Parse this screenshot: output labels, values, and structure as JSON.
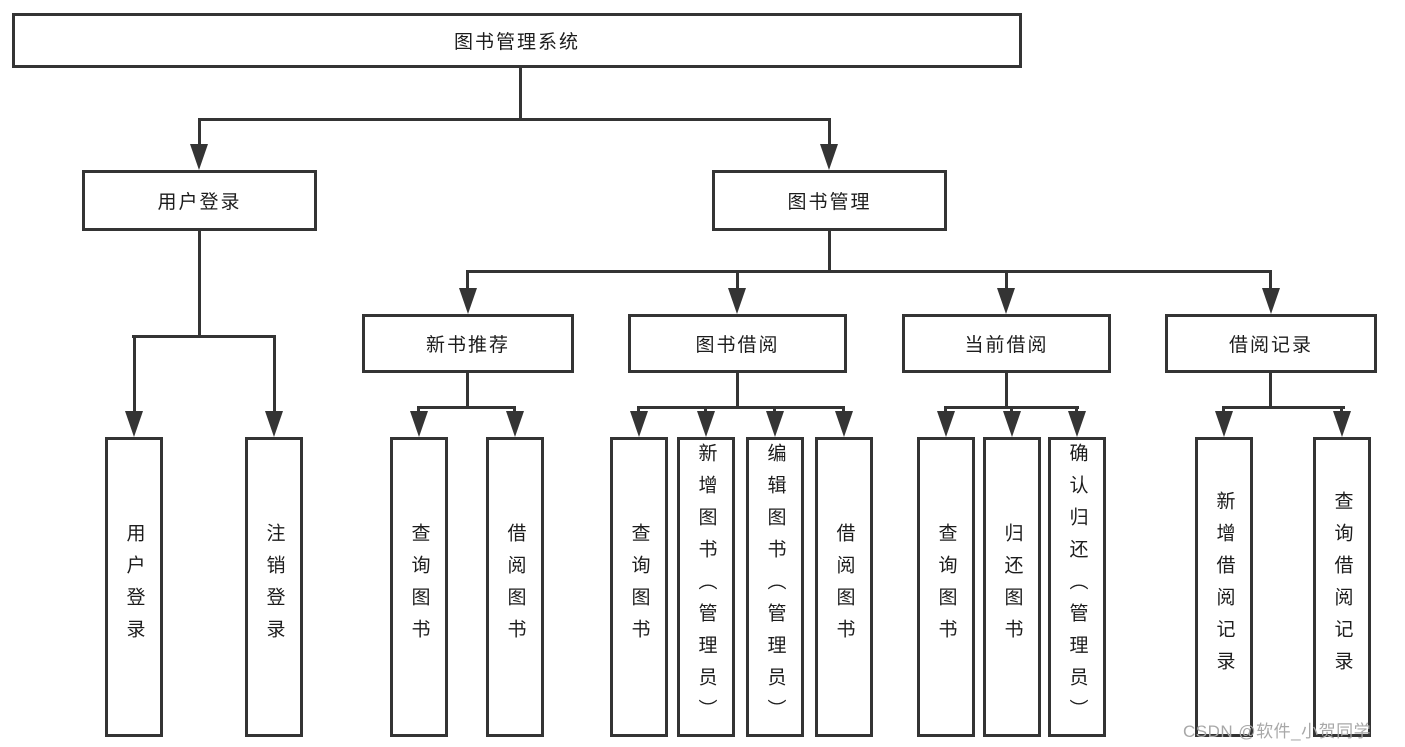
{
  "diagram": {
    "type": "hierarchy-flowchart",
    "tree": {
      "label": "图书管理系统",
      "children": [
        {
          "label": "用户登录",
          "children": [
            {
              "label": "用户登录"
            },
            {
              "label": "注销登录"
            }
          ]
        },
        {
          "label": "图书管理",
          "children": [
            {
              "label": "新书推荐",
              "children": [
                {
                  "label": "查询图书"
                },
                {
                  "label": "借阅图书"
                }
              ]
            },
            {
              "label": "图书借阅",
              "children": [
                {
                  "label": "查询图书"
                },
                {
                  "label": "新增图书（管理员）"
                },
                {
                  "label": "编辑图书（管理员）"
                },
                {
                  "label": "借阅图书"
                }
              ]
            },
            {
              "label": "当前借阅",
              "children": [
                {
                  "label": "查询图书"
                },
                {
                  "label": "归还图书"
                },
                {
                  "label": "确认归还（管理员）"
                }
              ]
            },
            {
              "label": "借阅记录",
              "children": [
                {
                  "label": "新增借阅记录"
                },
                {
                  "label": "查询借阅记录"
                }
              ]
            }
          ]
        }
      ]
    },
    "colors": {
      "line": "#343434",
      "box_border": "#343434",
      "box_fill": "#ffffff",
      "text": "#1c1c1c",
      "background": "#ffffff",
      "watermark": "#a8a8a8"
    }
  },
  "watermark": {
    "text": "CSDN @软件_小贺同学"
  }
}
